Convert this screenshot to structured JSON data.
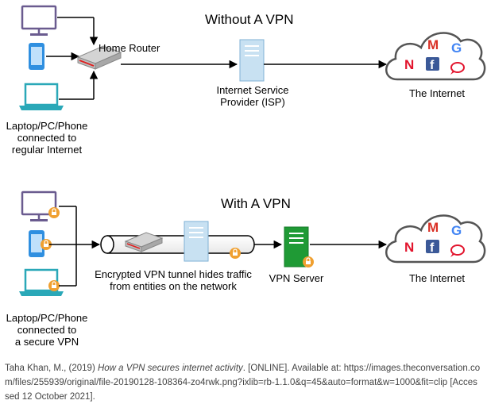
{
  "top": {
    "title": "Without A VPN",
    "router_label": "Home Router",
    "isp_label_1": "Internet Service",
    "isp_label_2": "Provider (ISP)",
    "internet_label": "The Internet",
    "devices_label_1": "Laptop/PC/Phone",
    "devices_label_2": "connected to",
    "devices_label_3": "regular Internet"
  },
  "bottom": {
    "title": "With A VPN",
    "tunnel_label_1": "Encrypted VPN tunnel hides traffic",
    "tunnel_label_2": "from entities on the network",
    "vpn_server_label": "VPN Server",
    "internet_label": "The Internet",
    "devices_label_1": "Laptop/PC/Phone",
    "devices_label_2": "connected to",
    "devices_label_3": "a secure VPN"
  },
  "cloud_icons": {
    "netflix": "N",
    "gmail": "M",
    "google": "G",
    "facebook": "f"
  },
  "citation": {
    "author": "Taha Khan, M., (2019) ",
    "title": "How a VPN secures internet activity",
    "rest": ". [ONLINE]. Available at: https://images.theconversation.com/files/255939/original/file-20190128-108364-zo4rwk.png?ixlib=rb-1.1.0&q=45&auto=format&w=1000&fit=clip [Accessed 12 October 2021]."
  },
  "colors": {
    "device_outline": "#6a5b8f",
    "phone_blue": "#2f8fe0",
    "laptop_teal": "#2aa8b8",
    "lock_orange": "#f0a030",
    "isp_blue": "#c8e1f2",
    "vpn_green": "#1f9a35",
    "netflix_red": "#e2142d",
    "facebook_blue": "#3b5998"
  }
}
